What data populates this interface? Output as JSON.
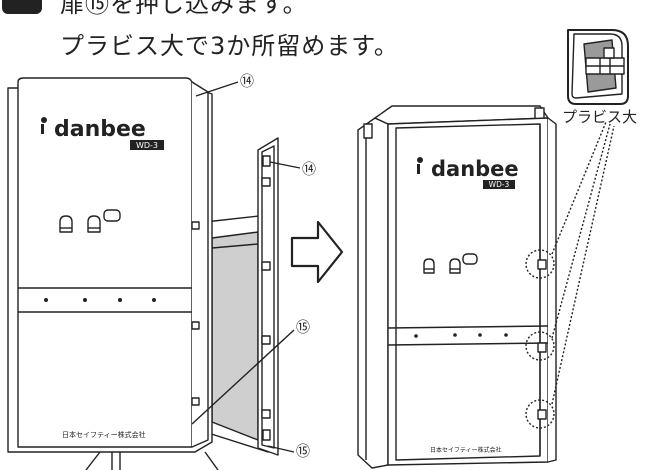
{
  "instruction": {
    "line1": "扉⑮を押し込みます。",
    "line2": "プラビス大で3か所留めます。"
  },
  "brand": {
    "logo": "danbee",
    "model": "WD-3"
  },
  "maker_text": "日本セイフティー株式会社",
  "callouts": {
    "top_left": "⑭",
    "top_right": "⑭",
    "mid": "⑮",
    "bottom": "⑮",
    "screw": "プラビス大"
  }
}
